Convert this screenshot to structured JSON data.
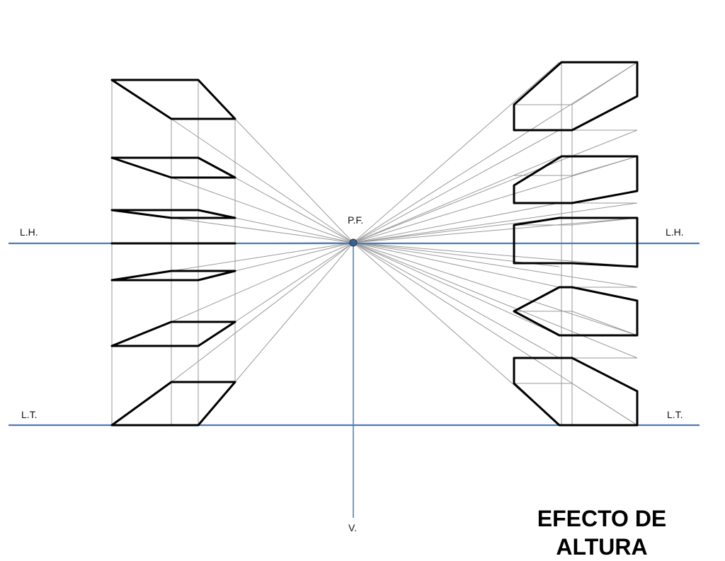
{
  "labels": {
    "lh_left": "L.H.",
    "lh_right": "L.H.",
    "lt_left": "L.T.",
    "lt_right": "L.T.",
    "pf": "P.F.",
    "v": "V.",
    "title": "EFECTO DE\nALTURA"
  },
  "colors": {
    "reference_lines": "#4a7ab8",
    "construction_lines": "#9a9a9a",
    "outline": "#000000"
  }
}
